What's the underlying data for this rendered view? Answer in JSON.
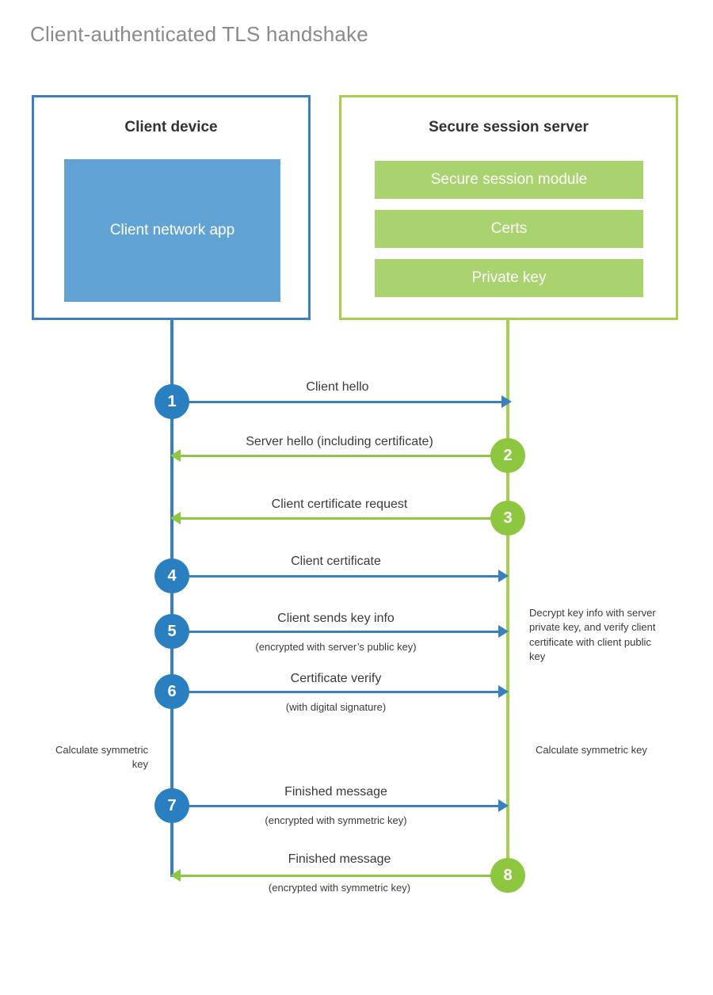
{
  "page": {
    "title": "Client-authenticated TLS handshake"
  },
  "colors": {
    "client_blue_border": "#3a80bf",
    "client_app_fill": "#62a3d6",
    "server_green_border": "#a5cf4f",
    "server_bar_fill": "#a9d36e",
    "step_blue": "#2a7fc0",
    "step_green": "#8dc63f",
    "title_gray": "#8a8a8a",
    "text_dark": "#3a3a3a"
  },
  "chart_data": {
    "type": "diagram",
    "title": "Client-authenticated TLS handshake",
    "participants": [
      "Client device",
      "Secure session server"
    ],
    "steps": [
      {
        "n": "1",
        "label": "Client hello",
        "sub": "",
        "from": "client",
        "to": "server"
      },
      {
        "n": "2",
        "label": "Server hello (including certificate)",
        "sub": "",
        "from": "server",
        "to": "client"
      },
      {
        "n": "3",
        "label": "Client certificate request",
        "sub": "",
        "from": "server",
        "to": "client"
      },
      {
        "n": "4",
        "label": "Client certificate",
        "sub": "",
        "from": "client",
        "to": "server"
      },
      {
        "n": "5",
        "label": "Client sends key info",
        "sub": "(encrypted with server’s public key)",
        "from": "client",
        "to": "server"
      },
      {
        "n": "6",
        "label": "Certificate verify",
        "sub": "(with digital signature)",
        "from": "client",
        "to": "server"
      },
      {
        "n": "7",
        "label": "Finished message",
        "sub": "(encrypted with symmetric key)",
        "from": "client",
        "to": "server"
      },
      {
        "n": "8",
        "label": "Finished message",
        "sub": "(encrypted with symmetric key)",
        "from": "server",
        "to": "client"
      }
    ]
  },
  "client_box": {
    "title": "Client device",
    "app_label": "Client network app"
  },
  "server_box": {
    "title": "Secure session server",
    "bars": [
      {
        "label": "Secure session module"
      },
      {
        "label": "Certs"
      },
      {
        "label": "Private key"
      }
    ]
  },
  "steps": [
    {
      "num": "1",
      "label": "Client hello",
      "sub": ""
    },
    {
      "num": "2",
      "label": "Server hello (including certificate)",
      "sub": ""
    },
    {
      "num": "3",
      "label": "Client certificate request",
      "sub": ""
    },
    {
      "num": "4",
      "label": "Client certificate",
      "sub": ""
    },
    {
      "num": "5",
      "label": "Client sends key info",
      "sub": "(encrypted with server’s public key)"
    },
    {
      "num": "6",
      "label": "Certificate verify",
      "sub": "(with digital signature)"
    },
    {
      "num": "7",
      "label": "Finished message",
      "sub": "(encrypted with symmetric key)"
    },
    {
      "num": "8",
      "label": "Finished message",
      "sub": "(encrypted with symmetric key)"
    }
  ],
  "notes": {
    "server_decrypt": "Decrypt key info with server private key, and verify client certificate with client public key",
    "client_calculate": "Calculate symmetric key",
    "server_calculate": "Calculate symmetric key"
  }
}
